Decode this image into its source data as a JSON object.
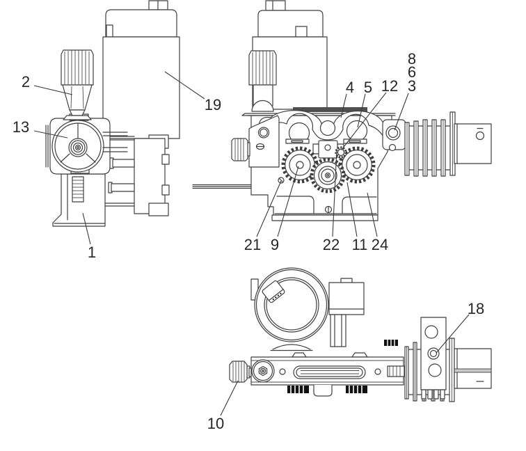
{
  "figure": {
    "kind": "technical-parts-line-drawing",
    "colors": {
      "line": "#3f3f3f",
      "label_text": "#262626",
      "top_strip": "#4f4f4f",
      "comb_black": "#111111",
      "background": "#ffffff"
    },
    "views": {
      "side": {
        "labels": [
          {
            "text": "2"
          },
          {
            "text": "13"
          },
          {
            "text": "19"
          },
          {
            "text": "1"
          }
        ]
      },
      "front": {
        "labels_top": [
          {
            "text": "4"
          },
          {
            "text": "5"
          },
          {
            "text": "12"
          },
          {
            "text": "8"
          },
          {
            "text": "6"
          },
          {
            "text": "3"
          }
        ],
        "labels_bottom": [
          {
            "text": "21"
          },
          {
            "text": "9"
          },
          {
            "text": "22"
          },
          {
            "text": "11"
          },
          {
            "text": "24"
          }
        ]
      },
      "top": {
        "labels": [
          {
            "text": "10"
          },
          {
            "text": "18"
          }
        ]
      }
    }
  }
}
